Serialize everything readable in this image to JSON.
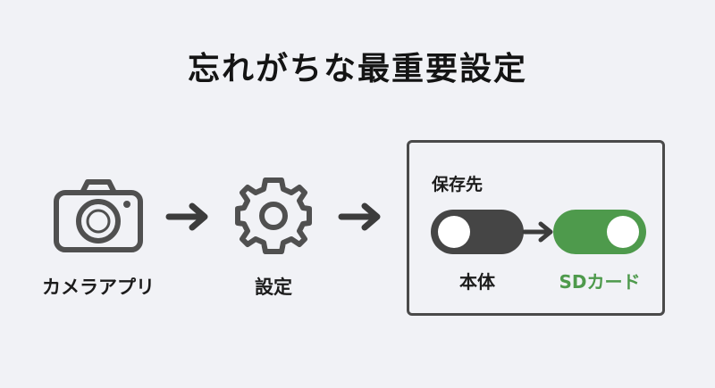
{
  "title": "忘れがちな最重要設定",
  "steps": [
    {
      "label": "カメラアプリ",
      "icon": "camera-icon"
    },
    {
      "label": "設定",
      "icon": "gear-icon"
    }
  ],
  "storage": {
    "title": "保存先",
    "options": [
      {
        "label": "本体",
        "state": "off",
        "color": "#454545"
      },
      {
        "label": "SDカード",
        "state": "on",
        "color": "#4e9a4c"
      }
    ]
  },
  "colors": {
    "background": "#f1f2f6",
    "icon": "#505050",
    "accent": "#4e9a4c"
  }
}
